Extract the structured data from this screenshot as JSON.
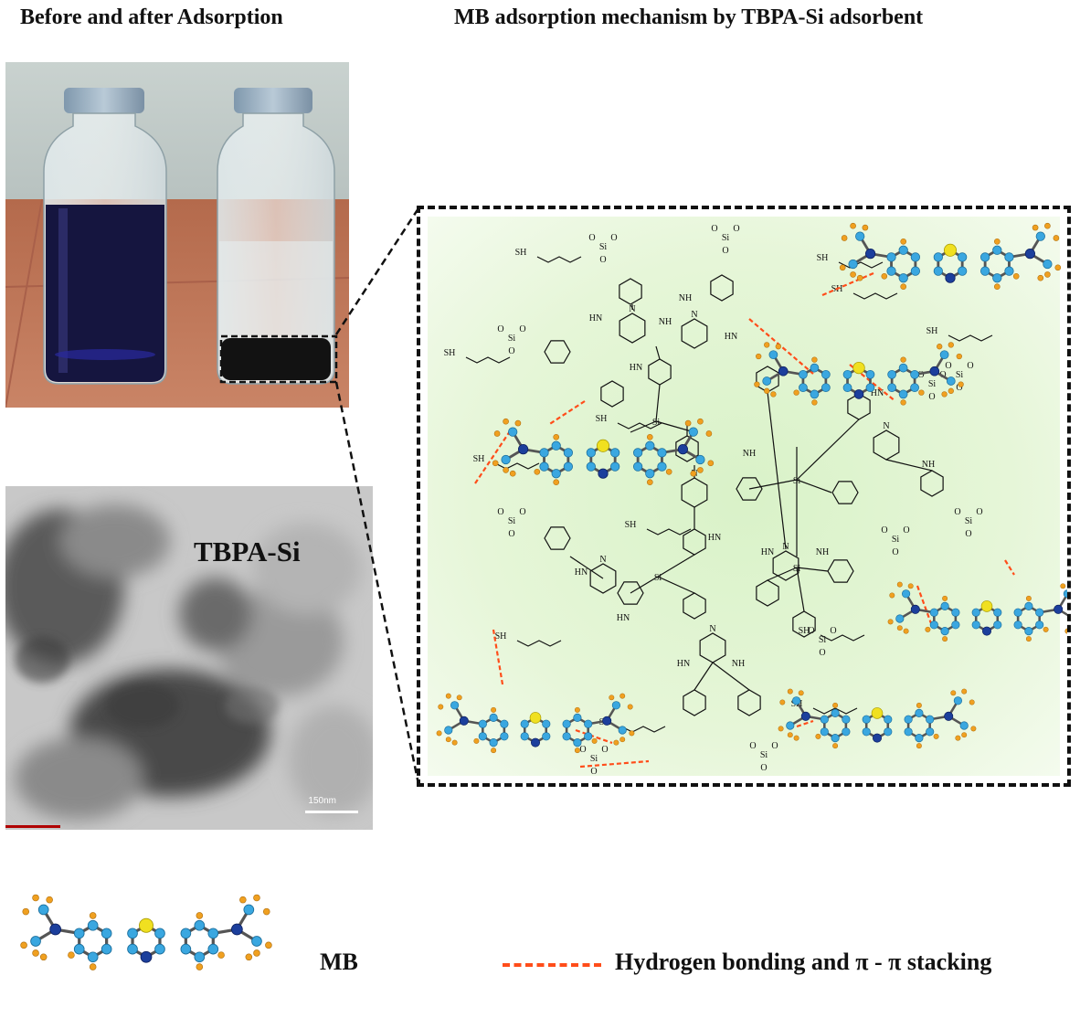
{
  "titles": {
    "left": "Before and after Adsorption",
    "right": "MB adsorption mechanism by TBPA-Si adsorbent"
  },
  "tem": {
    "label": "TBPA-Si",
    "scale": "150nm"
  },
  "mechanism": {
    "labels": {
      "sh": "SH",
      "hn": "HN",
      "nh": "NH",
      "n": "N",
      "h": "H",
      "si": "Si",
      "o": "O"
    }
  },
  "legend": {
    "molecule_label": "MB",
    "interaction_label": "Hydrogen bonding and π - π stacking"
  },
  "colors": {
    "dashed_interaction": "#ff4d1a",
    "panel_bg": "#e2f4d4",
    "carbon_atom": "#3aa7e0",
    "nitrogen_atom": "#1c3f9c",
    "sulfur_atom": "#f0e020",
    "hydrogen_atom": "#f0a020",
    "dye_solution": "#1a1a4a"
  }
}
